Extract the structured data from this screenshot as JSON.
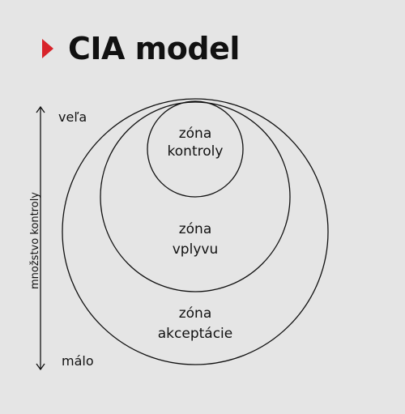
{
  "title": "CIA model",
  "colors": {
    "background": "#e5e5e5",
    "accent": "#d8232a",
    "ink": "#111111"
  },
  "axis": {
    "label": "množstvo kontroly",
    "top_label": "veľa",
    "bottom_label": "málo"
  },
  "zones": [
    {
      "line1": "zóna",
      "line2": "kontroly"
    },
    {
      "line1": "zóna",
      "line2": "vplyvu"
    },
    {
      "line1": "zóna",
      "line2": "akceptácie"
    }
  ]
}
